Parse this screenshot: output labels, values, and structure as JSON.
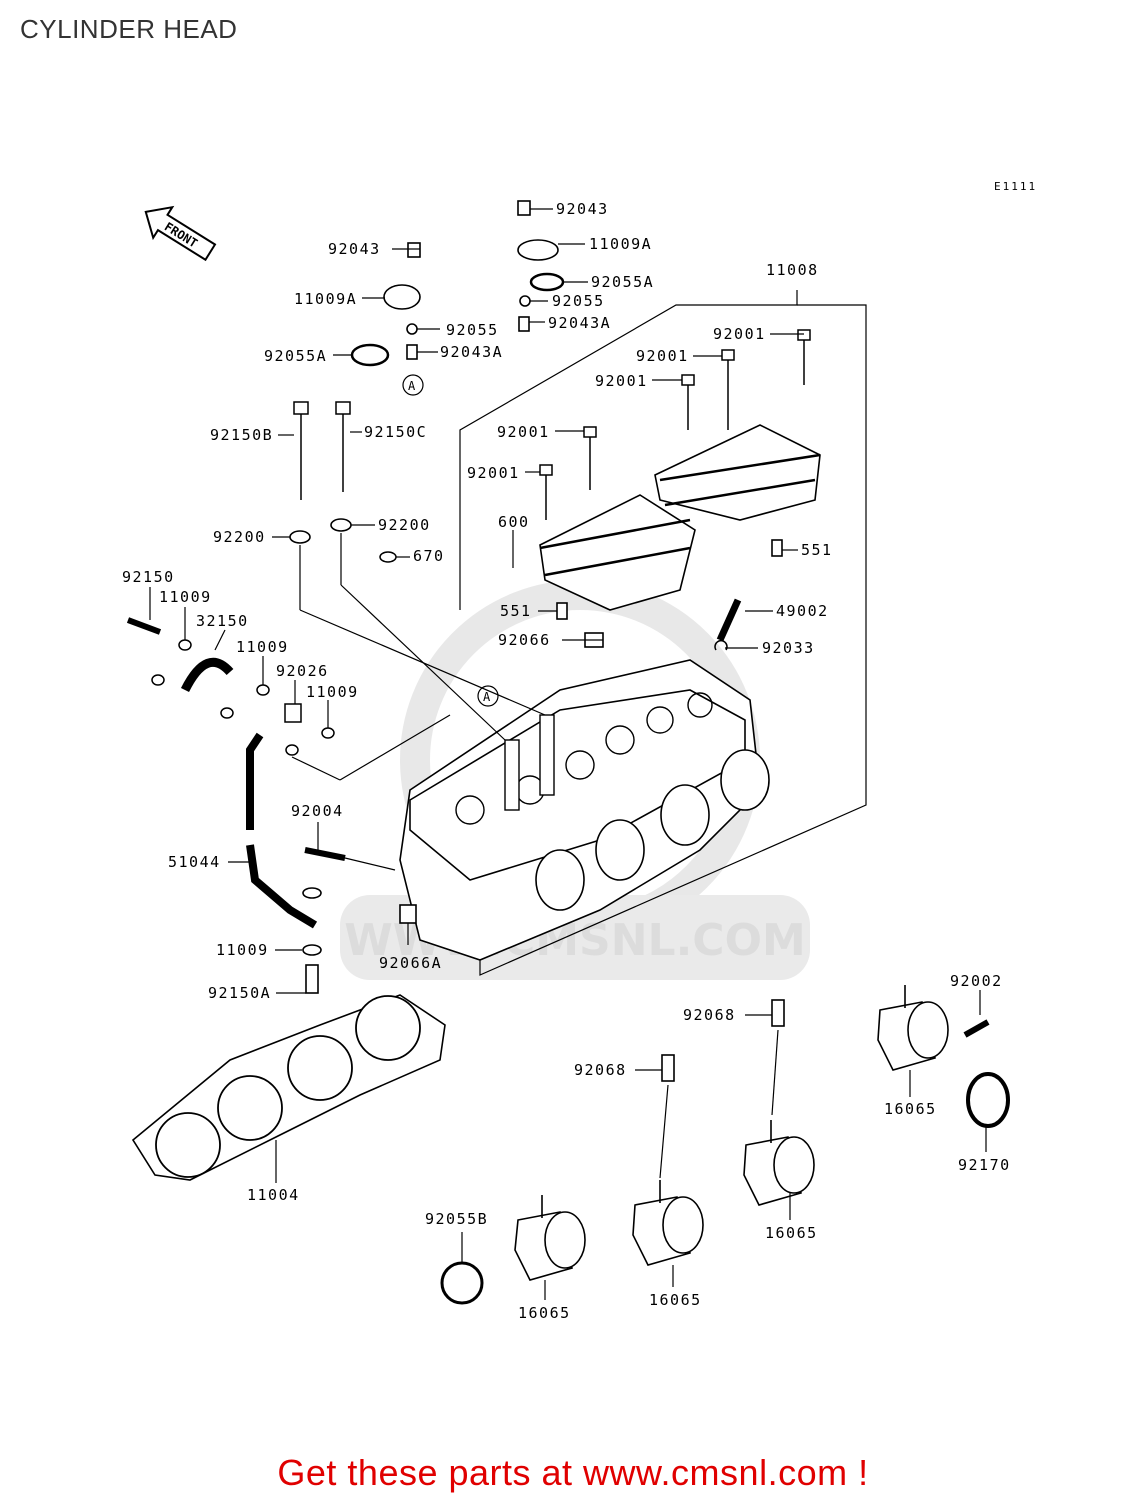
{
  "page_title": "CYLINDER HEAD",
  "diagram_code": "E1111",
  "front_label": "FRONT",
  "watermark": "WWW.CMSNL.COM",
  "callout_marker": "A",
  "parts": [
    {
      "id": "p1",
      "label": "92043"
    },
    {
      "id": "p2",
      "label": "11009A"
    },
    {
      "id": "p3",
      "label": "92055A"
    },
    {
      "id": "p4",
      "label": "92055"
    },
    {
      "id": "p5",
      "label": "92043A"
    },
    {
      "id": "p6",
      "label": "11008"
    },
    {
      "id": "p7",
      "label": "92001"
    },
    {
      "id": "p8",
      "label": "92001"
    },
    {
      "id": "p9",
      "label": "92001"
    },
    {
      "id": "p10",
      "label": "92043"
    },
    {
      "id": "p11",
      "label": "11009A"
    },
    {
      "id": "p12",
      "label": "92055A"
    },
    {
      "id": "p13",
      "label": "92055"
    },
    {
      "id": "p14",
      "label": "92043A"
    },
    {
      "id": "p15",
      "label": "92150B"
    },
    {
      "id": "p16",
      "label": "92150C"
    },
    {
      "id": "p17",
      "label": "92001"
    },
    {
      "id": "p18",
      "label": "92001"
    },
    {
      "id": "p19",
      "label": "600"
    },
    {
      "id": "p20",
      "label": "92200"
    },
    {
      "id": "p21",
      "label": "92200"
    },
    {
      "id": "p22",
      "label": "670"
    },
    {
      "id": "p23",
      "label": "551"
    },
    {
      "id": "p24",
      "label": "551"
    },
    {
      "id": "p25",
      "label": "92150"
    },
    {
      "id": "p26",
      "label": "11009"
    },
    {
      "id": "p27",
      "label": "32150"
    },
    {
      "id": "p28",
      "label": "11009"
    },
    {
      "id": "p29",
      "label": "92026"
    },
    {
      "id": "p30",
      "label": "11009"
    },
    {
      "id": "p31",
      "label": "49002"
    },
    {
      "id": "p32",
      "label": "92066"
    },
    {
      "id": "p33",
      "label": "92033"
    },
    {
      "id": "p34",
      "label": "92004"
    },
    {
      "id": "p35",
      "label": "51044"
    },
    {
      "id": "p36",
      "label": "11009"
    },
    {
      "id": "p37",
      "label": "92066A"
    },
    {
      "id": "p38",
      "label": "92150A"
    },
    {
      "id": "p39",
      "label": "92002"
    },
    {
      "id": "p40",
      "label": "92068"
    },
    {
      "id": "p41",
      "label": "92068"
    },
    {
      "id": "p42",
      "label": "16065"
    },
    {
      "id": "p43",
      "label": "92170"
    },
    {
      "id": "p44",
      "label": "16065"
    },
    {
      "id": "p45",
      "label": "11004"
    },
    {
      "id": "p46",
      "label": "92055B"
    },
    {
      "id": "p47",
      "label": "16065"
    },
    {
      "id": "p48",
      "label": "16065"
    }
  ],
  "footer_text": "Get these parts at www.cmsnl.com !"
}
